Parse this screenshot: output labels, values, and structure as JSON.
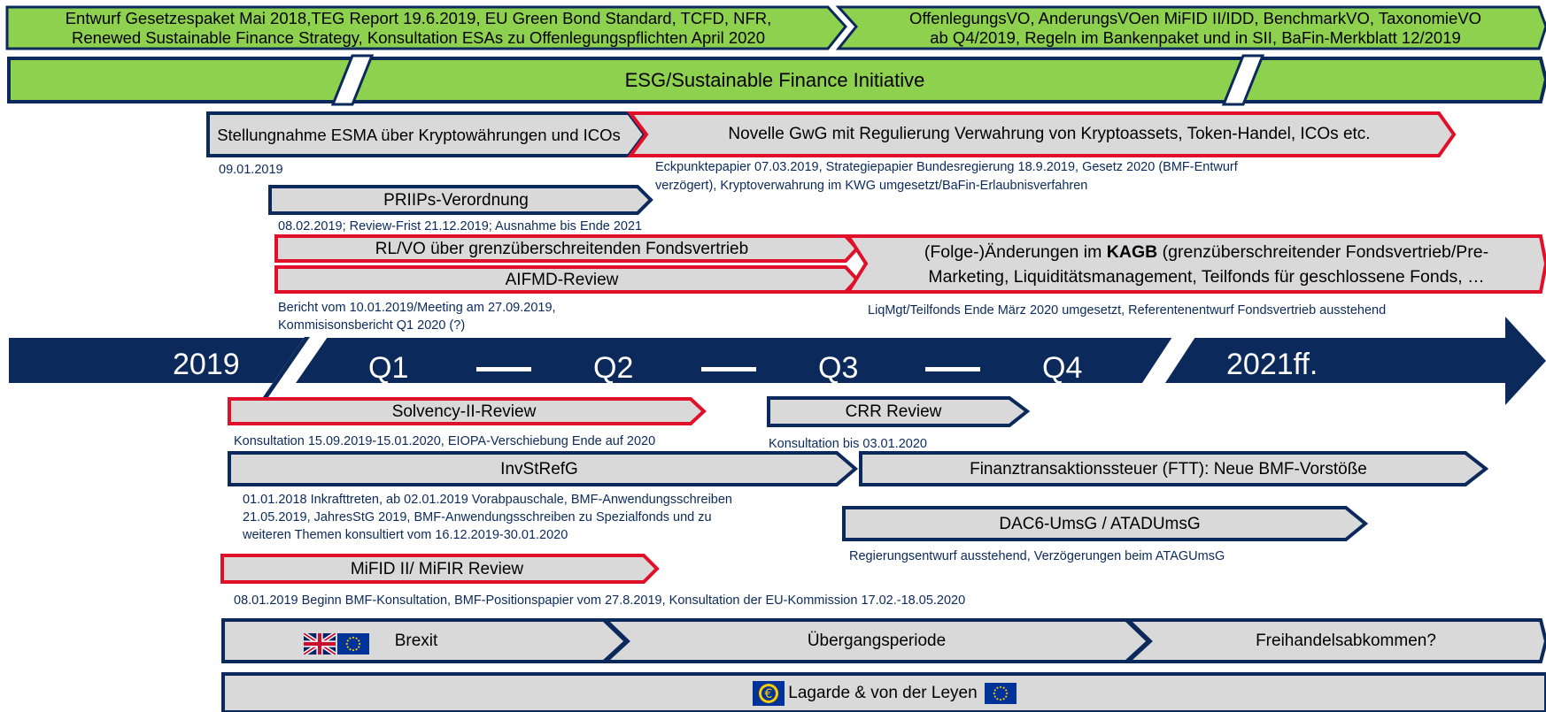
{
  "colors": {
    "navy": "#0b2a5b",
    "green": "#8dd14f",
    "red": "#e0102a",
    "gray": "#d9d9d9",
    "note_text": "#0b2a5b"
  },
  "top": {
    "left_text_1": "Entwurf Gesetzespaket Mai 2018,TEG Report 19.6.2019, EU Green Bond Standard, TCFD, NFR,",
    "left_text_2": "Renewed Sustainable Finance Strategy, Konsultation ESAs zu Offenlegungspflichten April 2020",
    "right_text_1": "OffenlegungsVO, AnderungsVOen MiFID II/IDD, BenchmarkVO, TaxonomieVO",
    "right_text_2": "ab Q4/2019, Regeln im Bankenpaket und in SII, BaFin-Merkblatt 12/2019",
    "esg_label": "ESG/Sustainable Finance Initiative"
  },
  "items": {
    "esma_label": "Stellungnahme ESMA über Kryptowährungen und ICOs",
    "esma_note": "09.01.2019",
    "gwg_label": "Novelle GwG mit Regulierung Verwahrung von Kryptoassets, Token-Handel, ICOs etc.",
    "gwg_note_1": "Eckpunktepapier 07.03.2019, Strategiepapier Bundesregierung 18.9.2019, Gesetz 2020 (BMF-Entwurf",
    "gwg_note_2": "verzögert), Kryptoverwahrung im KWG umgesetzt/BaFin-Erlaubnisverfahren",
    "priips_label": "PRIIPs-Verordnung",
    "priips_note": "08.02.2019; Review-Frist 21.12.2019; Ausnahme bis Ende 2021",
    "rlvo_label": "RL/VO über grenzüberschreitenden Fondsvertrieb",
    "aifmd_label": "AIFMD-Review",
    "aifmd_note_1": "Bericht vom 10.01.2019/Meeting am 27.09.2019,",
    "aifmd_note_2": "Kommisisonsbericht Q1 2020 (?)",
    "kagb_pre": "(Folge-)Änderungen im ",
    "kagb_bold": "KAGB",
    "kagb_post": " (grenzüberschreitender Fondsvertrieb/Pre-",
    "kagb_line2": "Marketing, Liquiditätsmanagement, Teilfonds für geschlossene Fonds, …",
    "kagb_note": "LiqMgt/Teilfonds Ende März 2020 umgesetzt, Referentenentwurf Fondsvertrieb ausstehend",
    "solvency_label": "Solvency-II-Review",
    "solvency_note": "Konsultation 15.09.2019-15.01.2020, EIOPA-Verschiebung Ende auf 2020",
    "crr_label": "CRR Review",
    "crr_note": "Konsultation bis 03.01.2020",
    "invst_label": "InvStRefG",
    "invst_note_1": "01.01.2018 Inkrafttreten, ab 02.01.2019 Vorabpauschale, BMF-Anwendungsschreiben",
    "invst_note_2": "21.05.2019, JahresStG 2019, BMF-Anwendungsschreiben zu Spezialfonds und zu",
    "invst_note_3": "weiteren Themen konsultiert vom 16.12.2019-30.01.2020",
    "ftt_label": "Finanztransaktionssteuer (FTT): Neue BMF-Vorstöße",
    "dac6_label": "DAC6-UmsG / ATADUmsG",
    "dac6_note": "Regierungsentwurf ausstehend, Verzögerungen beim ATAGUmsG",
    "mifid_label": "MiFID II/ MiFIR Review",
    "mifid_note": "08.01.2019 Beginn BMF-Konsultation, BMF-Positionspapier vom 27.8.2019, Konsultation der EU-Kommission 17.02.-18.05.2020",
    "brexit_label": "Brexit",
    "uebergang_label": "Übergangsperiode",
    "freihandel_label": "Freihandelsabkommen?",
    "lagarde_label": "Lagarde & von der Leyen"
  },
  "timeline": {
    "year": "2019",
    "q1": "Q1",
    "q2": "Q2",
    "q3": "Q3",
    "q4": "Q4",
    "future": "2021ff."
  },
  "icons": [
    "uk-flag-icon",
    "eu-flag-icon",
    "ecb-euro-icon"
  ]
}
